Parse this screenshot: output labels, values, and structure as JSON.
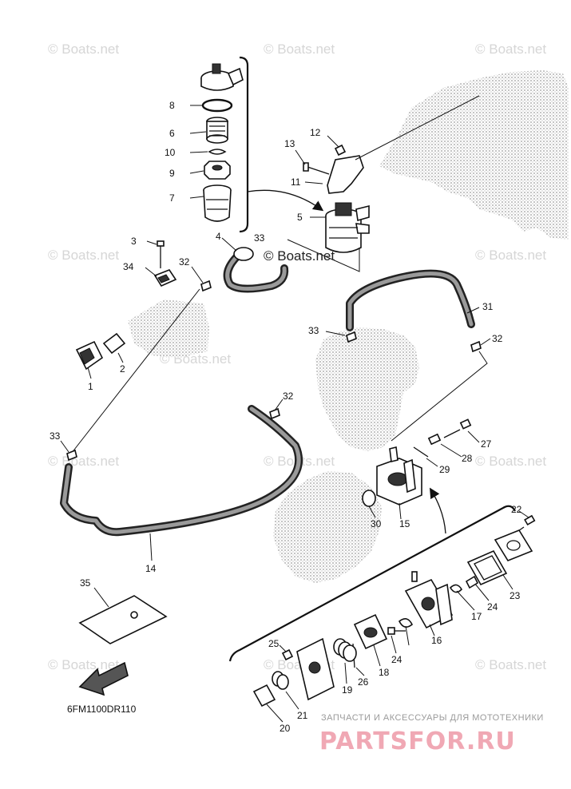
{
  "diagram": {
    "code": "6FM1100DR110",
    "centre_watermark": "© Boats.net",
    "watermarks": [
      {
        "id": "wm-1",
        "text": "© Boats.net"
      },
      {
        "id": "wm-2",
        "text": "© Boats.net"
      },
      {
        "id": "wm-3",
        "text": "© Boats.net"
      },
      {
        "id": "wm-4",
        "text": "© Boats.net"
      },
      {
        "id": "wm-5",
        "text": "© Boats.net"
      },
      {
        "id": "wm-6",
        "text": "© Boats.net"
      },
      {
        "id": "wm-7",
        "text": "© Boats.net"
      },
      {
        "id": "wm-8",
        "text": "© Boats.net"
      },
      {
        "id": "wm-9",
        "text": "© Boats.net"
      },
      {
        "id": "wm-10",
        "text": "© Boats.net"
      },
      {
        "id": "wm-11",
        "text": "© Boats.net"
      },
      {
        "id": "wm-12",
        "text": "© Boats.net"
      }
    ],
    "callouts": [
      {
        "id": "c8",
        "label": "8"
      },
      {
        "id": "c6",
        "label": "6"
      },
      {
        "id": "c10",
        "label": "10"
      },
      {
        "id": "c9",
        "label": "9"
      },
      {
        "id": "c7",
        "label": "7"
      },
      {
        "id": "c12",
        "label": "12"
      },
      {
        "id": "c13",
        "label": "13"
      },
      {
        "id": "c11",
        "label": "11"
      },
      {
        "id": "c5",
        "label": "5"
      },
      {
        "id": "c3",
        "label": "3"
      },
      {
        "id": "c4",
        "label": "4"
      },
      {
        "id": "c33a",
        "label": "33"
      },
      {
        "id": "c34",
        "label": "34"
      },
      {
        "id": "c32a",
        "label": "32"
      },
      {
        "id": "c31",
        "label": "31"
      },
      {
        "id": "c33b",
        "label": "33"
      },
      {
        "id": "c32b",
        "label": "32"
      },
      {
        "id": "c2",
        "label": "2"
      },
      {
        "id": "c1",
        "label": "1"
      },
      {
        "id": "c32c",
        "label": "32"
      },
      {
        "id": "c33c",
        "label": "33"
      },
      {
        "id": "c27",
        "label": "27"
      },
      {
        "id": "c28",
        "label": "28"
      },
      {
        "id": "c29",
        "label": "29"
      },
      {
        "id": "c30",
        "label": "30"
      },
      {
        "id": "c15",
        "label": "15"
      },
      {
        "id": "c14",
        "label": "14"
      },
      {
        "id": "c22",
        "label": "22"
      },
      {
        "id": "c35",
        "label": "35"
      },
      {
        "id": "c23",
        "label": "23"
      },
      {
        "id": "c17",
        "label": "17"
      },
      {
        "id": "c24a",
        "label": "24"
      },
      {
        "id": "c16",
        "label": "16"
      },
      {
        "id": "c25",
        "label": "25"
      },
      {
        "id": "c24b",
        "label": "24"
      },
      {
        "id": "c18",
        "label": "18"
      },
      {
        "id": "c26",
        "label": "26"
      },
      {
        "id": "c19",
        "label": "19"
      },
      {
        "id": "c21",
        "label": "21"
      },
      {
        "id": "c20",
        "label": "20"
      }
    ]
  },
  "branding": {
    "tagline": "ЗАПЧАСТИ И АКСЕССУАРЫ ДЛЯ МОТОТЕХНИКИ",
    "name": "PARTSFOR.RU"
  }
}
